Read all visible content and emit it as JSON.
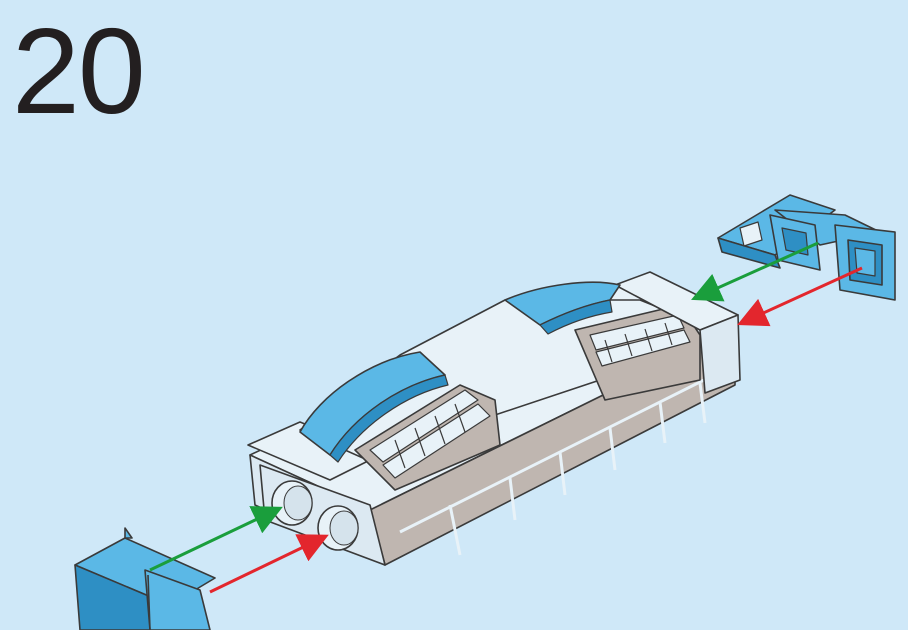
{
  "step": {
    "number": "20"
  },
  "colors": {
    "background": "#cfe8f8",
    "brick_white": "#e8f2f8",
    "brick_shade": "#bfb6b0",
    "brick_blue": "#5bb8e6",
    "brick_blue_dark": "#2e8fc4",
    "outline": "#3a3a3a",
    "arrow_green": "#1a9e3c",
    "arrow_red": "#e3262d"
  },
  "parts": [
    {
      "name": "car-body-assembly",
      "color": "white"
    },
    {
      "name": "windshield-slope",
      "color": "blue"
    },
    {
      "name": "rear-window-slope",
      "color": "blue"
    },
    {
      "name": "front-bumper-tile",
      "color": "blue"
    },
    {
      "name": "rear-spoiler-bracket",
      "color": "blue"
    }
  ],
  "arrows": [
    {
      "name": "front-green-arrow",
      "color": "green"
    },
    {
      "name": "front-red-arrow",
      "color": "red"
    },
    {
      "name": "rear-green-arrow",
      "color": "green"
    },
    {
      "name": "rear-red-arrow",
      "color": "red"
    }
  ]
}
